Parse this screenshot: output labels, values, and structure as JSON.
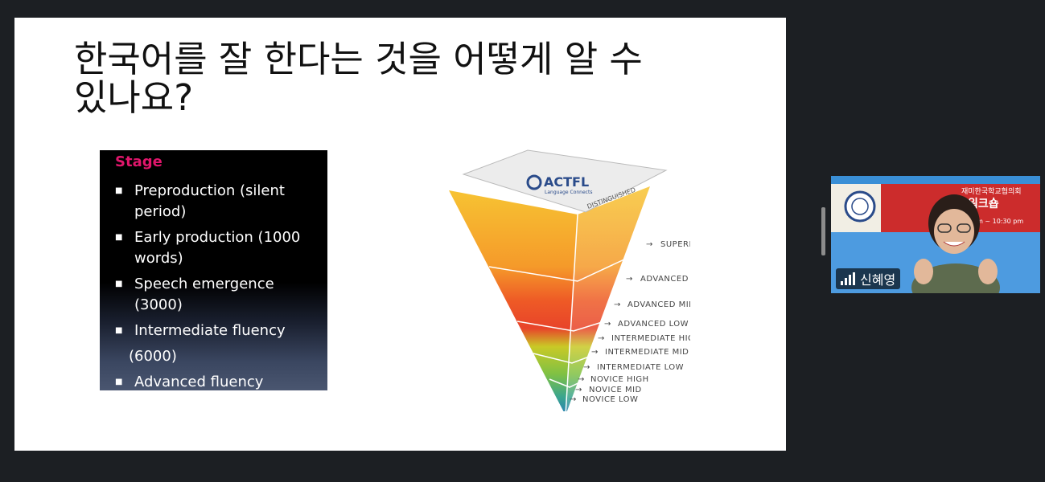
{
  "slide": {
    "title_line1": "한국어를 잘 한다는 것을 어떻게 알 수",
    "title_line2": "있나요?",
    "stage": {
      "heading": "Stage",
      "items": [
        {
          "line1": "Preproduction (silent",
          "line2": "period)"
        },
        {
          "line1": "Early production (1000",
          "line2": "words)"
        },
        {
          "line1": "Speech emergence (3000)",
          "line2": ""
        },
        {
          "line1": "Intermediate fluency",
          "line2": "(6000)"
        },
        {
          "line1": "Advanced fluency",
          "line2": ""
        }
      ]
    },
    "pyramid": {
      "logo": "ACTFL",
      "logo_sub": "Language Connects",
      "top_label": "DISTINGUISHED",
      "levels": [
        "SUPERIOR",
        "ADVANCED HIGH",
        "ADVANCED MID",
        "ADVANCED LOW",
        "INTERMEDIATE HIGH",
        "INTERMEDIATE MID",
        "INTERMEDIATE LOW",
        "NOVICE HIGH",
        "NOVICE MID",
        "NOVICE LOW"
      ]
    }
  },
  "video": {
    "participant_name": "신혜영",
    "banner_text_top": "재미한국학교협의회",
    "banner_text_main": "워크숍",
    "banner_time": "pm ~ 10:30 pm"
  },
  "colors": {
    "background": "#1c1f23",
    "stage_heading": "#e0166b"
  }
}
